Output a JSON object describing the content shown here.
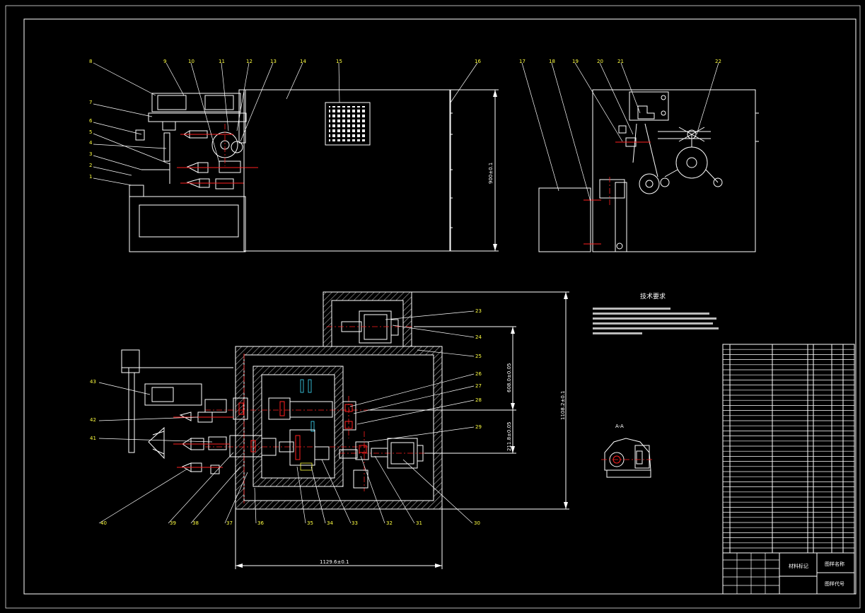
{
  "dimensions": {
    "height_top": "900±0.1",
    "height_main": "1108.2±0.1",
    "width_main": "1129.6±0.1",
    "dim_right_a": "608.0±0.05",
    "dim_right_b": "211.8±0.05"
  },
  "tech_title": "技术要求",
  "section_label": "A-A",
  "title_block": {
    "material_mark": "材料标记",
    "drawing_name": "图样名称",
    "drawing_code": "图样代号"
  },
  "balloons_top": [
    "1",
    "2",
    "3",
    "4",
    "5",
    "6",
    "7",
    "8",
    "9",
    "10",
    "11",
    "12",
    "13",
    "14",
    "15",
    "16",
    "17",
    "18",
    "19",
    "20",
    "21",
    "22"
  ],
  "balloons_right": [
    "23",
    "24",
    "25",
    "26",
    "27",
    "28",
    "29"
  ],
  "balloons_bottom": [
    "30",
    "31",
    "32",
    "33",
    "34",
    "35",
    "36",
    "37",
    "38",
    "39",
    "40"
  ],
  "balloons_left": [
    "41",
    "42",
    "43"
  ],
  "colors": {
    "background": "#000000",
    "lines": "#ffffff",
    "centerlines": "#ff2020",
    "accent_yellow": "#ffff40",
    "accent_cyan": "#40e0ff"
  }
}
